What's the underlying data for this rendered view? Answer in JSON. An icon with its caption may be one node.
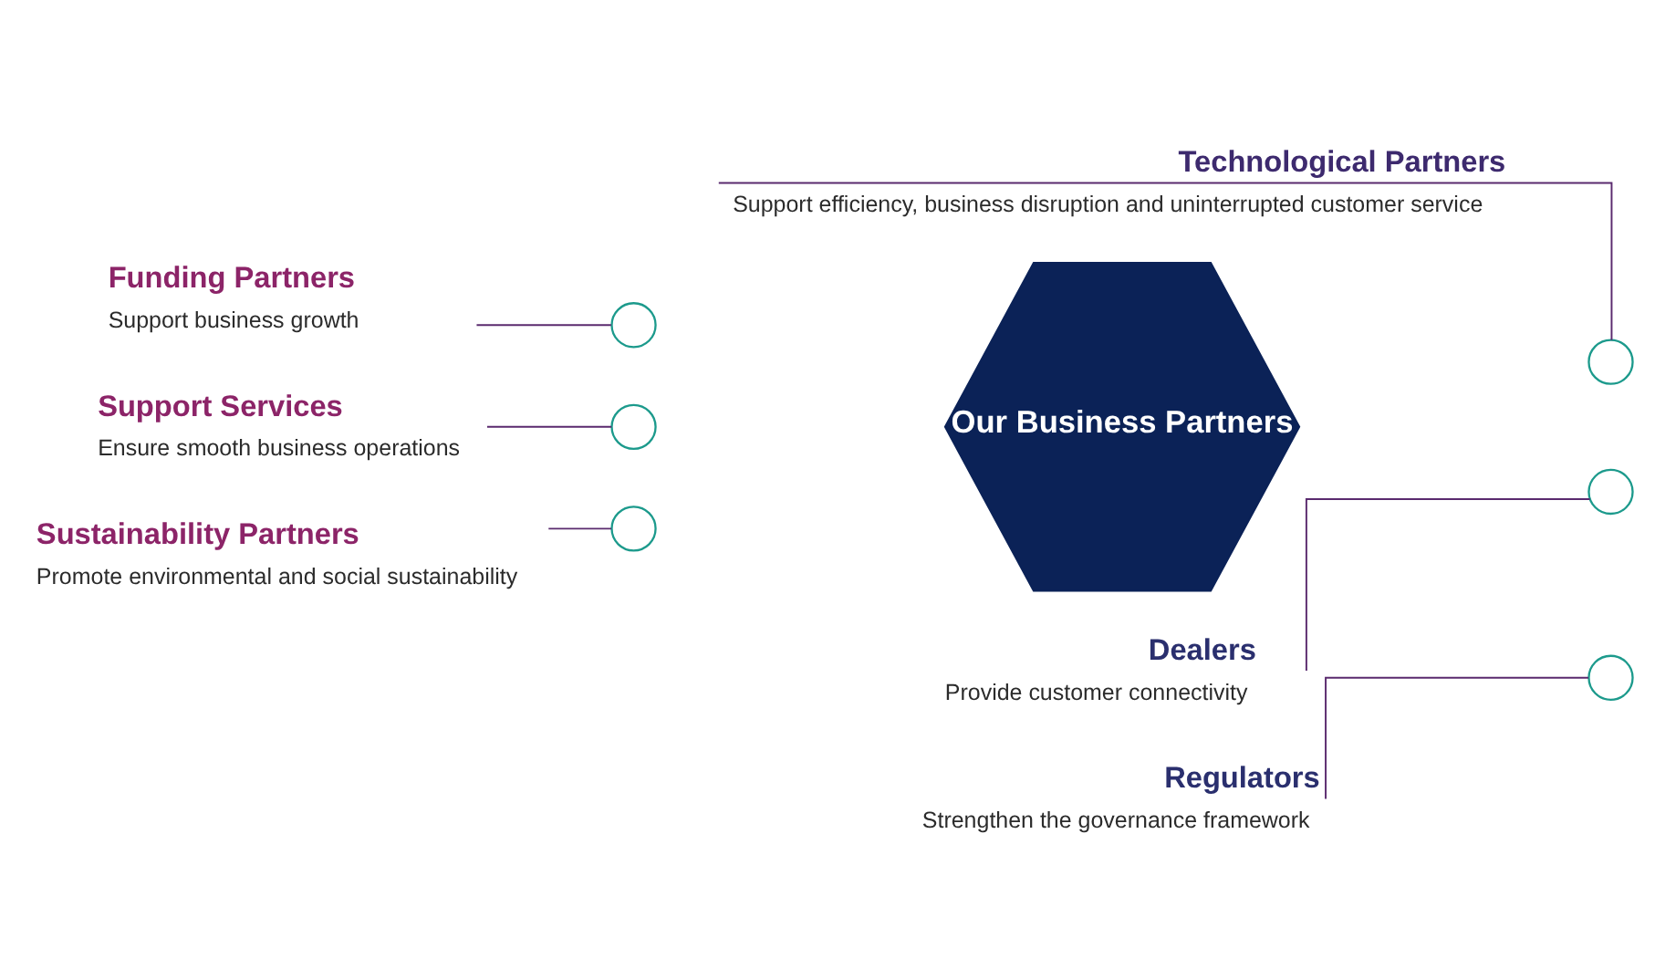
{
  "diagram": {
    "nodes": [
      {
        "text": [
          "Funding Partners",
          "Support business growth"
        ]
      },
      {
        "text": [
          "Technological Partners",
          "Support efficiency, business disruption and uninterrupted customer service"
        ]
      },
      {
        "text": [
          "Support Services",
          "Ensure smooth business operations"
        ]
      },
      {
        "text": [
          "Our Business Partners"
        ]
      },
      {
        "text": [
          "Dealers",
          "Provide customer connectivity"
        ]
      },
      {
        "text": [
          "Sustainability Partners",
          "Promote environmental and social sustainability"
        ]
      },
      {
        "text": [
          "Regulators",
          "Strengthen the governance framework"
        ]
      },
      {
        "text": [],
        "shape": "circle"
      },
      {
        "text": [],
        "shape": "circle"
      },
      {
        "text": [],
        "shape": "circle"
      },
      {
        "text": [],
        "shape": "circle"
      },
      {
        "text": [],
        "shape": "circle"
      },
      {
        "text": [],
        "shape": "circle"
      }
    ],
    "edges": [
      {
        "from": 0,
        "to": 7,
        "arrow": "none"
      },
      {
        "from": 1,
        "to": 8,
        "arrow": "none"
      },
      {
        "from": 2,
        "to": 9,
        "arrow": "none"
      },
      {
        "from": 4,
        "to": 10,
        "arrow": "none"
      },
      {
        "from": 5,
        "to": 11,
        "arrow": "none"
      },
      {
        "from": 6,
        "to": 12,
        "arrow": "none"
      }
    ]
  }
}
